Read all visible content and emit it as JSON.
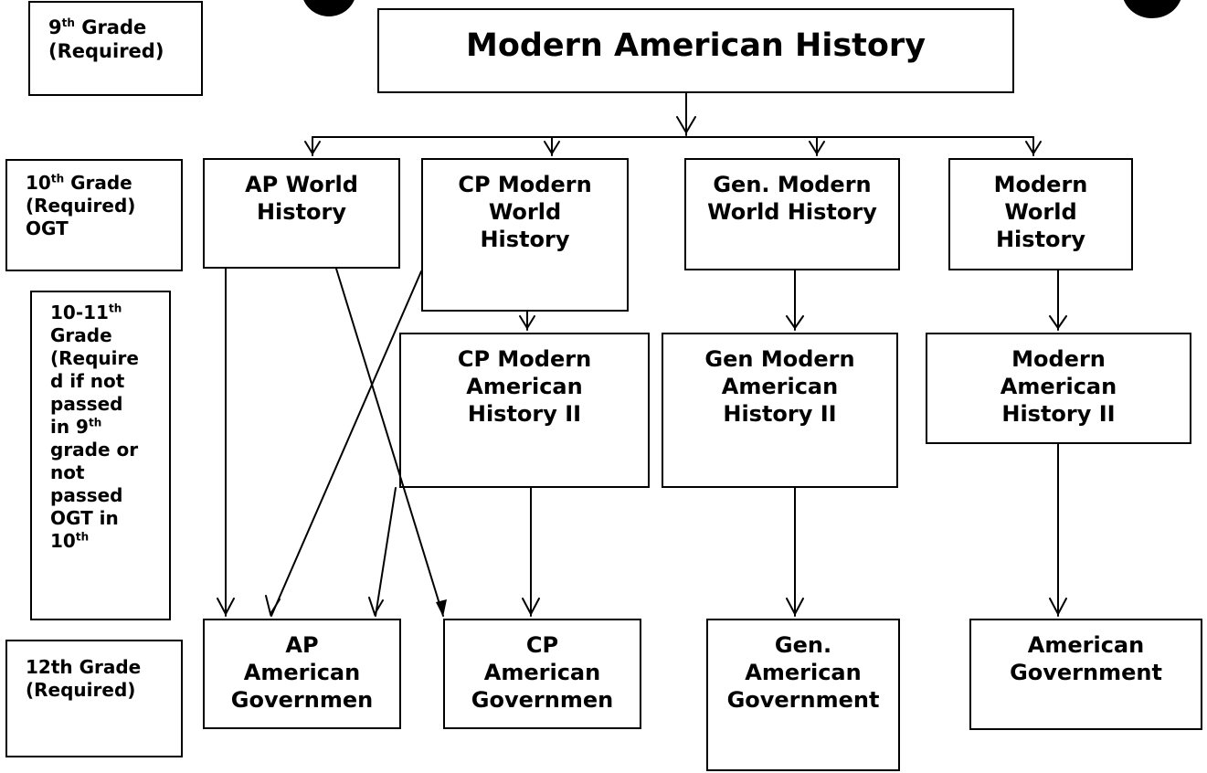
{
  "grades": {
    "g9": {
      "num": "9",
      "sup": "th",
      "rest": " Grade\n(Required)"
    },
    "g10": {
      "num": "10",
      "sup": "th",
      "rest": " Grade\n(Required)\nOGT"
    },
    "g1011": {
      "line1": "10-11",
      "line1_sup": "th",
      "line2": "Grade\n(Require\nd if not\npassed\nin 9",
      "line2_sup": "th",
      "line3": "grade or\nnot\npassed\nOGT in\n10",
      "line3_sup": "th"
    },
    "g12": "12th Grade\n(Required)"
  },
  "courses": {
    "modern_american_history": "Modern American History",
    "ap_world_history": "AP World\nHistory",
    "cp_modern_world_history": "CP Modern\nWorld\nHistory",
    "gen_modern_world_history": "Gen. Modern\nWorld History",
    "modern_world_history": "Modern\nWorld\nHistory",
    "cp_modern_american_history_ii": "CP Modern\nAmerican\nHistory II",
    "gen_modern_american_history_ii": "Gen Modern\nAmerican\nHistory II",
    "modern_american_history_ii": "Modern\nAmerican\nHistory II",
    "ap_american_government": "AP\nAmerican\nGovernmen",
    "cp_american_government": "CP\nAmerican\nGovernmen",
    "gen_american_government": "Gen.\nAmerican\nGovernment",
    "american_government": "American\nGovernment"
  },
  "colors": {
    "line": "#000000",
    "box_border": "#000000",
    "background": "#ffffff"
  }
}
